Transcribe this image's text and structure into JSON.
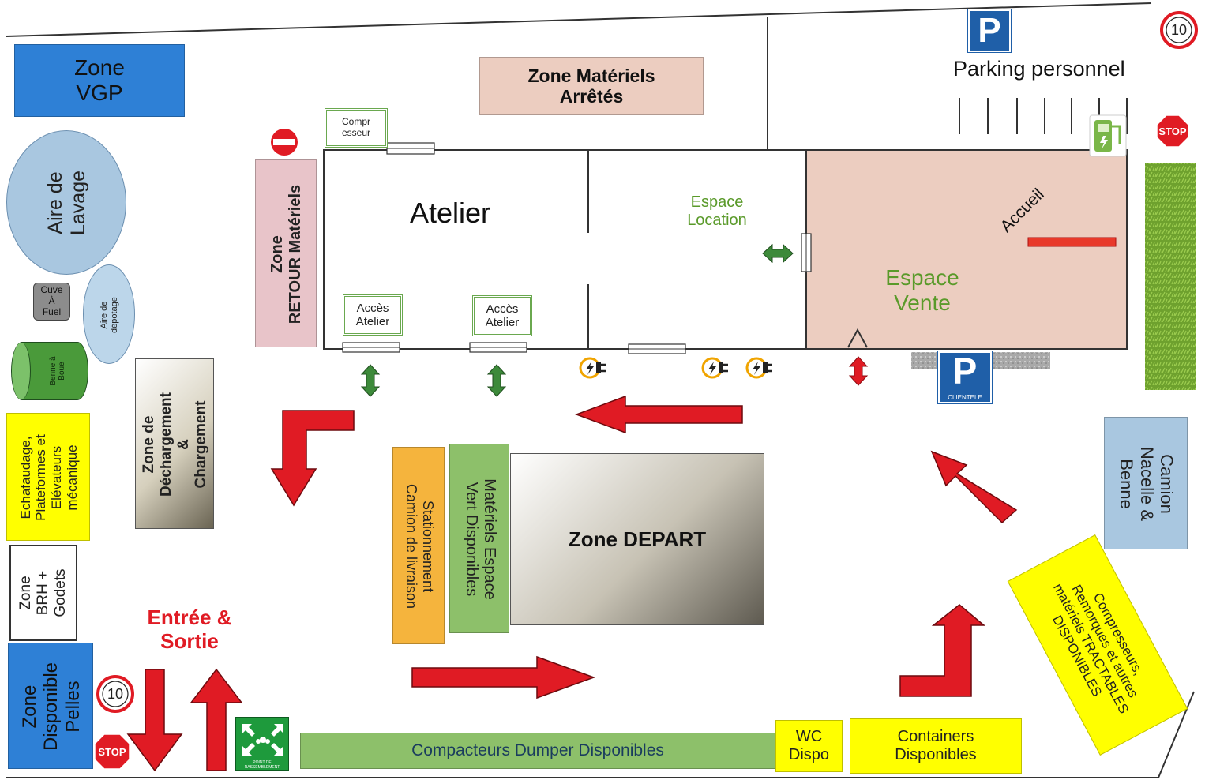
{
  "zones": {
    "vgp": [
      "Zone",
      "VGP"
    ],
    "materiels_arretes": [
      "Zone Matériels",
      "Arrêtés"
    ],
    "compresseur": [
      "Compr",
      "esseur"
    ],
    "retour": [
      "Zone",
      "RETOUR Matériels"
    ],
    "atelier": "Atelier",
    "espace_location": [
      "Espace",
      "Location"
    ],
    "espace_vente": [
      "Espace",
      "Vente"
    ],
    "accueil": "Accueil",
    "acces_atelier_1": [
      "Accès",
      "Atelier"
    ],
    "acces_atelier_2": [
      "Accès",
      "Atelier"
    ],
    "parking_personnel": "Parking personnel",
    "aire_lavage": [
      "Aire de",
      "Lavage"
    ],
    "cuve_fuel": [
      "Cuve",
      "À",
      "Fuel"
    ],
    "aire_depotage": [
      "Aire de",
      "dépotage"
    ],
    "benne_boue": [
      "Benne à",
      "Boue"
    ],
    "echafaudage": [
      "Echafaudage,",
      "Plateformes et",
      "Elévateurs",
      "mécanique"
    ],
    "dechargement": [
      "Zone de",
      "Déchargement",
      "&",
      "Chargement"
    ],
    "brh": [
      "Zone",
      "BRH +",
      "Godets"
    ],
    "disponible_pelles": [
      "Zone",
      "Disponible",
      "Pelles"
    ],
    "entree_sortie": [
      "Entrée &",
      "Sortie"
    ],
    "stationnement": [
      "Stationnement",
      "Camion de livraison"
    ],
    "materiels_vert": [
      "Matériels Espace",
      "Vert Disponibles"
    ],
    "zone_depart": "Zone DEPART",
    "compacteurs": "Compacteurs Dumper Disponibles",
    "wc": [
      "WC",
      "Dispo"
    ],
    "containers": [
      "Containers",
      "Disponibles"
    ],
    "camion_nacelle": [
      "Camion",
      "Nacelle &",
      "Benne"
    ],
    "compresseurs_remorques": [
      "Compresseurs,",
      "Remorques et autres",
      "matériels TRACTABLES",
      "DISPONIBLES"
    ]
  },
  "signs": {
    "parking_letter": "P",
    "clientele": "CLIENTELE",
    "speed_limit": "10",
    "stop": "STOP",
    "assembly_point": "POINT DE RASSEMBLEMENT"
  },
  "colors": {
    "blue": "#2e80d6",
    "pink": "#e8c4c9",
    "salmon": "#eccdc0",
    "yellow": "#ffff00",
    "green": "#8dc06a",
    "orange": "#f5b43d",
    "light_blue": "#a9c7e0",
    "red_arrow": "#e01b24",
    "vert_arrow": "#3d8a3a"
  }
}
